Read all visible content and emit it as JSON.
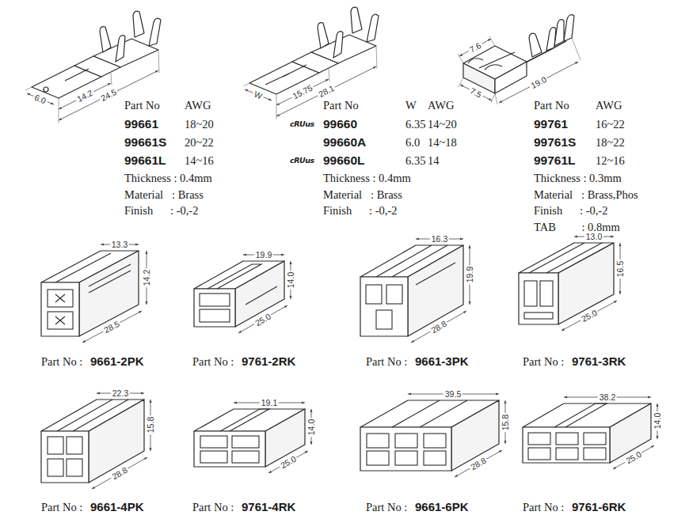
{
  "diagram": {
    "labels": [
      "6.0",
      "14.2",
      "24.5",
      "Part No",
      "AWG",
      "99661",
      "18~20",
      "99661S",
      "20~22",
      "99661L",
      "14~16",
      "Thickness : 0.4mm",
      "Material   : Brass",
      "Finish      : -0,-2",
      "W",
      "15.75",
      "28.1",
      "Part No",
      "W",
      "AWG",
      "cRUus",
      "99660",
      "6.35",
      "14~20",
      "99660A",
      "6.0",
      "14~18",
      "cRUus",
      "99660L",
      "6.35",
      "14",
      "Thickness : 0.4mm",
      "Material   : Brass",
      "Finish      : -0,-2",
      "7.6",
      "7.5",
      "19.0",
      "Part No",
      "AWG",
      "99761",
      "16~22",
      "99761S",
      "18~22",
      "99761L",
      "12~16",
      "Thickness : 0.3mm",
      "Material   : Brass,Phos",
      "Finish      : -0,-2",
      "TAB         : 0.8mm",
      "13.3",
      "14.2",
      "28.5",
      "Part No :",
      "9661-2PK",
      "19.9",
      "14.0",
      "25.0",
      "Part No :",
      "9761-2RK",
      "16.3",
      "19.9",
      "28.8",
      "Part No :",
      "9661-3PK",
      "13.0",
      "16.5",
      "25.0",
      "Part No :",
      "9761-3RK",
      "22.3",
      "15.8",
      "28.8",
      "Part No :",
      "9661-4PK",
      "19.1",
      "14.0",
      "25.0",
      "Part No :",
      "9761-4RK",
      "39.5",
      "15.8",
      "28.8",
      "Part No :",
      "9661-6PK",
      "38.2",
      "14.0",
      "25.0",
      "Part No :",
      "9761-6RK"
    ]
  }
}
